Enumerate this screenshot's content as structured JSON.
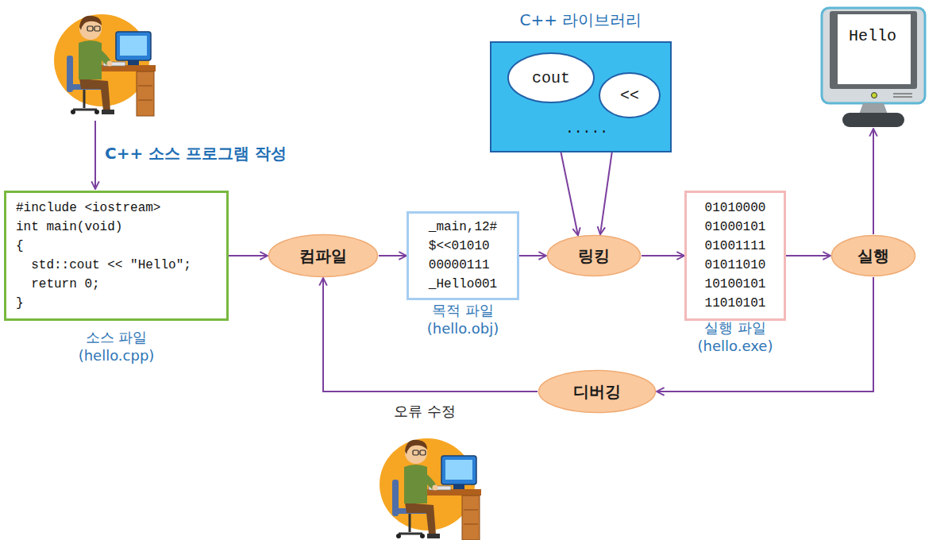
{
  "diagram": {
    "nodes": [
      {
        "text": [
          "C++ 라이브러리",
          "....."
        ]
      },
      {
        "text": [
          "cout"
        ],
        "in": 0
      },
      {
        "text": [
          "<<"
        ],
        "in": 0
      },
      {
        "text": [
          "Hello"
        ]
      },
      {
        "text": [
          "#include <iostream>",
          "int main(void)",
          "{",
          "  std::cout << \"Hello\";",
          "  return 0;",
          "}",
          "소스 파일",
          "(hello.cpp)"
        ]
      },
      {
        "text": [
          "컴파일"
        ]
      },
      {
        "text": [
          "_main,12#",
          "$<<01010",
          "00000111",
          "_Hello001",
          "목적 파일",
          "(hello.obj)"
        ]
      },
      {
        "text": [
          "링킹"
        ]
      },
      {
        "text": [
          "01010000",
          "01000101",
          "01001111",
          "01011010",
          "10100101",
          "11010101",
          "실행 파일",
          "(hello.exe)"
        ]
      },
      {
        "text": [
          "실행"
        ]
      },
      {
        "text": [
          "디버깅"
        ]
      }
    ],
    "edges": [
      {
        "from": 4,
        "to": 5,
        "arrow": "to"
      },
      {
        "from": 5,
        "to": 6,
        "arrow": "to"
      },
      {
        "from": 6,
        "to": 7,
        "arrow": "to"
      },
      {
        "from": 1,
        "to": 7,
        "arrow": "to"
      },
      {
        "from": 2,
        "to": 7,
        "arrow": "to"
      },
      {
        "from": 7,
        "to": 8,
        "arrow": "to"
      },
      {
        "from": 8,
        "to": 9,
        "arrow": "to"
      },
      {
        "from": 9,
        "to": 3,
        "arrow": "to"
      },
      {
        "from": 9,
        "to": 10,
        "arrow": "to"
      },
      {
        "from": 10,
        "to": 5,
        "arrow": "to"
      }
    ],
    "labels": [
      "C++ 소스 프로그램 작성",
      "오류 수정"
    ]
  }
}
